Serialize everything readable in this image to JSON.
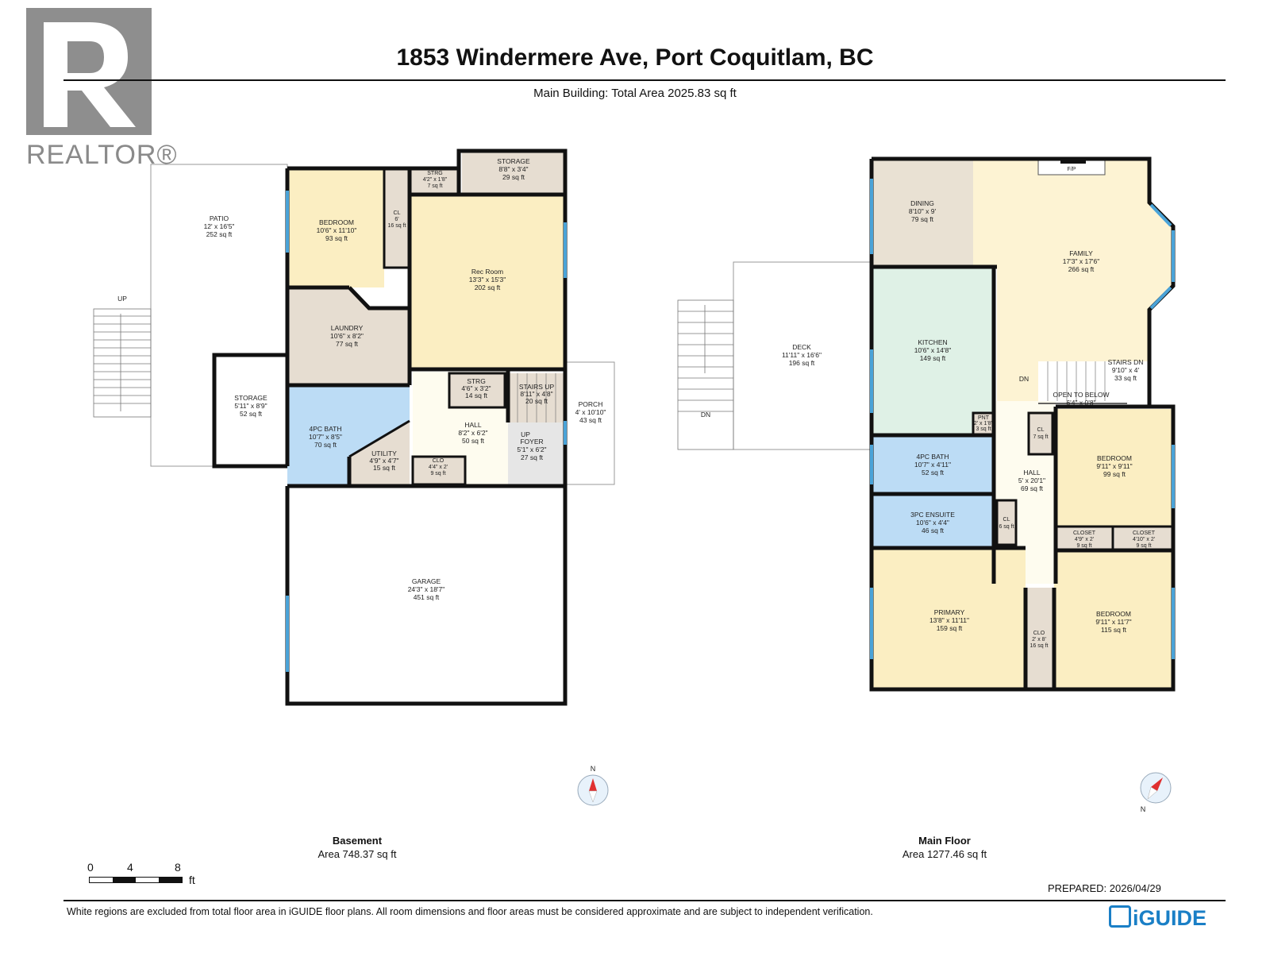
{
  "logo": {
    "text": "REALTOR®",
    "icon": "realtor-r-logo"
  },
  "header": {
    "title": "1853 Windermere Ave, Port Coquitlam, BC",
    "subtitle": "Main Building: Total Area 2025.83 sq ft"
  },
  "basement": {
    "caption_title": "Basement",
    "caption_area": "Area 748.37 sq ft",
    "rooms": [
      {
        "id": "patio",
        "name": "PATIO",
        "dims": "12' x 16'5\"",
        "area": "252 sq ft"
      },
      {
        "id": "bedroom",
        "name": "BEDROOM",
        "dims": "10'6\" x 11'10\"",
        "area": "93 sq ft"
      },
      {
        "id": "cl",
        "name": "CL",
        "dims": "6'",
        "area": "16 sq ft"
      },
      {
        "id": "strg-top",
        "name": "STRG",
        "dims": "4'2\" x 1'8\"",
        "area": "7 sq ft"
      },
      {
        "id": "storage-top",
        "name": "STORAGE",
        "dims": "8'8\" x 3'4\"",
        "area": "29 sq ft"
      },
      {
        "id": "rec-room",
        "name": "Rec Room",
        "dims": "13'3\" x 15'3\"",
        "area": "202 sq ft"
      },
      {
        "id": "laundry",
        "name": "LAUNDRY",
        "dims": "10'6\" x 8'2\"",
        "area": "77 sq ft"
      },
      {
        "id": "storage-left",
        "name": "STORAGE",
        "dims": "5'11\" x 8'9\"",
        "area": "52 sq ft"
      },
      {
        "id": "bath-4pc",
        "name": "4PC BATH",
        "dims": "10'7\" x 8'5\"",
        "area": "70 sq ft"
      },
      {
        "id": "utility",
        "name": "UTILITY",
        "dims": "4'9\" x 4'7\"",
        "area": "15 sq ft"
      },
      {
        "id": "strg-mid",
        "name": "STRG",
        "dims": "4'6\" x 3'2\"",
        "area": "14 sq ft"
      },
      {
        "id": "stairs-up",
        "name": "STAIRS UP",
        "dims": "8'11\" x 4'8\"",
        "area": "20 sq ft"
      },
      {
        "id": "hall",
        "name": "HALL",
        "dims": "8'2\" x 6'2\"",
        "area": "50 sq ft"
      },
      {
        "id": "clo",
        "name": "CLO",
        "dims": "4'4\" x 2'",
        "area": "9 sq ft"
      },
      {
        "id": "foyer",
        "name": "FOYER",
        "dims": "5'1\" x 6'2\"",
        "area": "27 sq ft"
      },
      {
        "id": "porch",
        "name": "PORCH",
        "dims": "4' x 10'10\"",
        "area": "43 sq ft"
      },
      {
        "id": "garage",
        "name": "GARAGE",
        "dims": "24'3\" x 18'7\"",
        "area": "451 sq ft"
      }
    ],
    "labels": {
      "up_stairs": "UP",
      "foyer_up": "UP"
    }
  },
  "main_floor": {
    "caption_title": "Main Floor",
    "caption_area": "Area 1277.46 sq ft",
    "rooms": [
      {
        "id": "dining",
        "name": "DINING",
        "dims": "8'10\" x 9'",
        "area": "79 sq ft"
      },
      {
        "id": "family",
        "name": "FAMILY",
        "dims": "17'3\" x 17'6\"",
        "area": "266 sq ft"
      },
      {
        "id": "deck",
        "name": "DECK",
        "dims": "11'11\" x 16'6\"",
        "area": "196 sq ft"
      },
      {
        "id": "kitchen",
        "name": "KITCHEN",
        "dims": "10'6\" x 14'8\"",
        "area": "149 sq ft"
      },
      {
        "id": "stairs-dn",
        "name": "STAIRS DN",
        "dims": "9'10\" x 4'",
        "area": "33 sq ft"
      },
      {
        "id": "open-below",
        "name": "OPEN TO BELOW",
        "dims": "6'4\" x 0'8\"",
        "area": ""
      },
      {
        "id": "pnt",
        "name": "PNT",
        "dims": "2' x 1'8\"",
        "area": "3 sq ft"
      },
      {
        "id": "cl-a",
        "name": "CL",
        "dims": "",
        "area": "7 sq ft"
      },
      {
        "id": "bath-4pc-main",
        "name": "4PC BATH",
        "dims": "10'7\" x 4'11\"",
        "area": "52 sq ft"
      },
      {
        "id": "hall-main",
        "name": "HALL",
        "dims": "5' x 20'1\"",
        "area": "69 sq ft"
      },
      {
        "id": "bedroom-a",
        "name": "BEDROOM",
        "dims": "9'11\" x 9'11\"",
        "area": "99 sq ft"
      },
      {
        "id": "ensuite",
        "name": "3PC ENSUITE",
        "dims": "10'6\" x 4'4\"",
        "area": "46 sq ft"
      },
      {
        "id": "cl-b",
        "name": "CL",
        "dims": "",
        "area": "6 sq ft"
      },
      {
        "id": "closet-a",
        "name": "CLOSET",
        "dims": "4'9\" x 2'",
        "area": "9 sq ft"
      },
      {
        "id": "closet-b",
        "name": "CLOSET",
        "dims": "4'10\" x 2'",
        "area": "9 sq ft"
      },
      {
        "id": "primary",
        "name": "PRIMARY",
        "dims": "13'8\" x 11'11\"",
        "area": "159 sq ft"
      },
      {
        "id": "clo-main",
        "name": "CLO",
        "dims": "2' x 8'",
        "area": "16 sq ft"
      },
      {
        "id": "bedroom-b",
        "name": "BEDROOM",
        "dims": "9'11\" x 11'7\"",
        "area": "115 sq ft"
      }
    ],
    "labels": {
      "fp": "F/P",
      "dn_deck": "DN",
      "dn_hall": "DN"
    }
  },
  "compass": {
    "label": "N"
  },
  "scale": {
    "ticks": [
      "0",
      "4",
      "8"
    ],
    "unit": "ft"
  },
  "footer": {
    "prepared": "PREPARED: 2026/04/29",
    "disclaimer": "White regions are excluded from total floor area in iGUIDE floor plans. All room dimensions and floor areas must be considered approximate and are subject to independent verification.",
    "brand": "iGUIDE"
  },
  "colors": {
    "bedroom": "#fbeec2",
    "service": "#e6ddd1",
    "bath": "#bcdcf5",
    "kitchen": "#dff1e6",
    "dining": "#e9e1d3",
    "wall": "#111111",
    "window": "#4aa3d8",
    "brand": "#1a7fc6"
  }
}
